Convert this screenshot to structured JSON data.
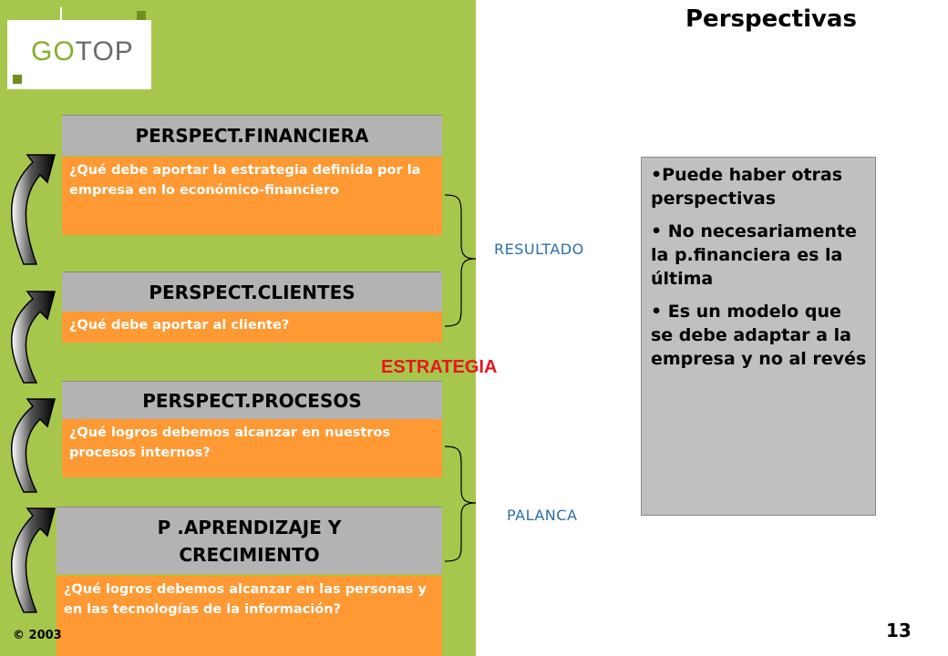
{
  "logo": {
    "go": "GO",
    "top": "TOP"
  },
  "title": "Perspectivas",
  "perspectives": [
    {
      "name": "PERSPECT.FINANCIERA",
      "question": "¿Qué debe aportar la estrategia definida por la empresa en lo económico-financiero"
    },
    {
      "name": "PERSPECT.CLIENTES",
      "question": "¿Qué debe aportar al cliente?"
    },
    {
      "name": "PERSPECT.PROCESOS",
      "question": "¿Qué logros debemos alcanzar en nuestros procesos internos?"
    },
    {
      "name": "P .APRENDIZAJE Y CRECIMIENTO",
      "question": "¿Qué logros debemos alcanzar en las personas y en las tecnologías de la información?"
    }
  ],
  "labels": {
    "resultado": "RESULTADO",
    "palanca": "PALANCA",
    "estrategia": "ESTRATEGIA"
  },
  "notes": [
    "•Puede haber otras perspectivas",
    "• No necesariamente la p.financiera es la última",
    "• Es un modelo que se debe adaptar a la empresa y no al revés"
  ],
  "page_number": "13",
  "copyright": "© 2003"
}
